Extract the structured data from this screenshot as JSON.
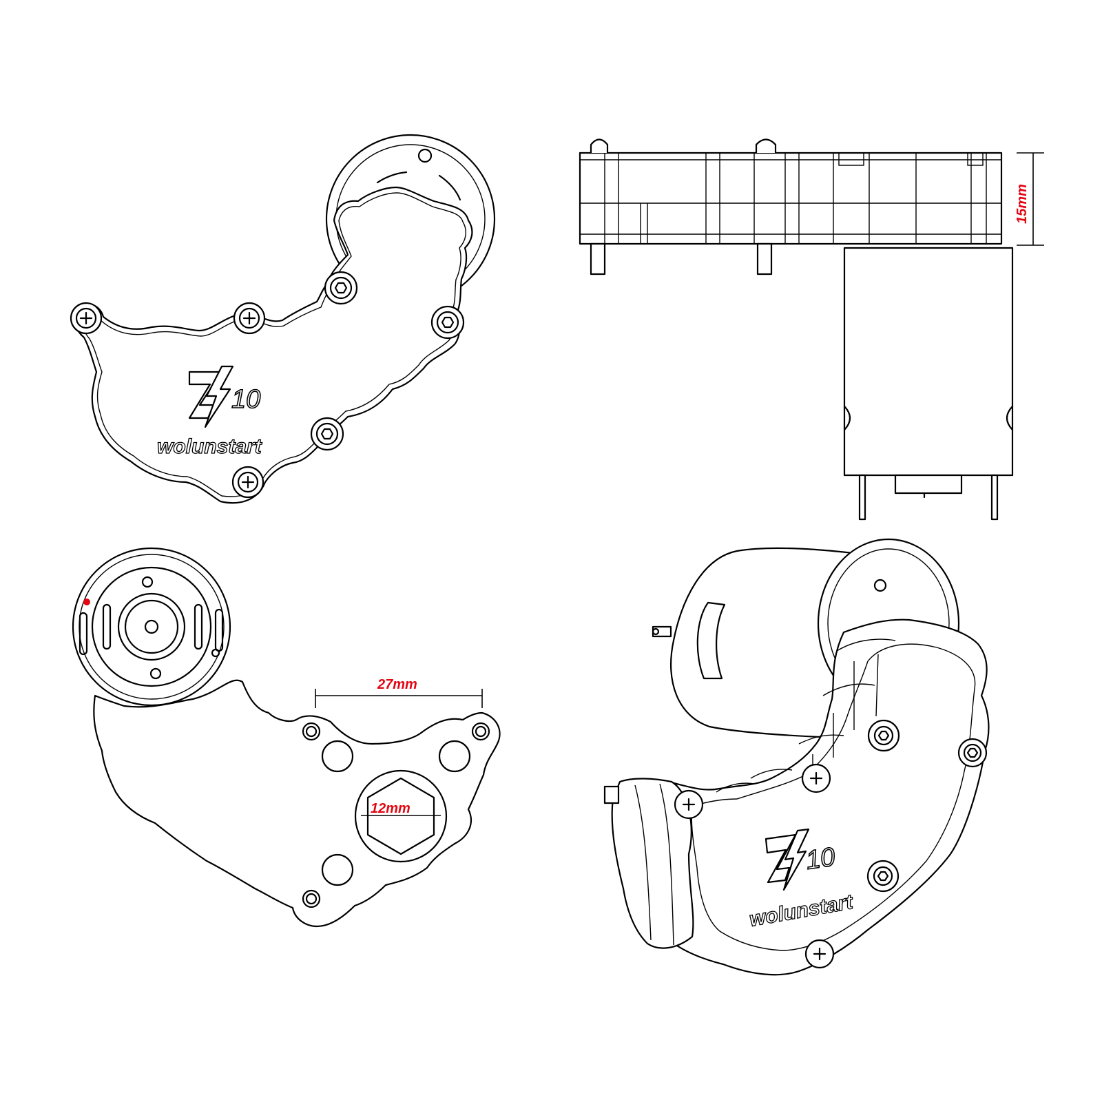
{
  "diagram": {
    "views": [
      {
        "name": "front-view",
        "brand_model": "10",
        "brand_word": "wolunstart"
      },
      {
        "name": "side-view",
        "dimension": "15mm"
      },
      {
        "name": "rear-view",
        "dimensions": [
          "27mm",
          "12mm"
        ]
      },
      {
        "name": "isometric-view",
        "brand_model": "10",
        "brand_word": "wolunstart"
      }
    ]
  },
  "colors": {
    "dimension_text": "#e30613",
    "line": "#000000",
    "marker_dot": "#e30613"
  }
}
